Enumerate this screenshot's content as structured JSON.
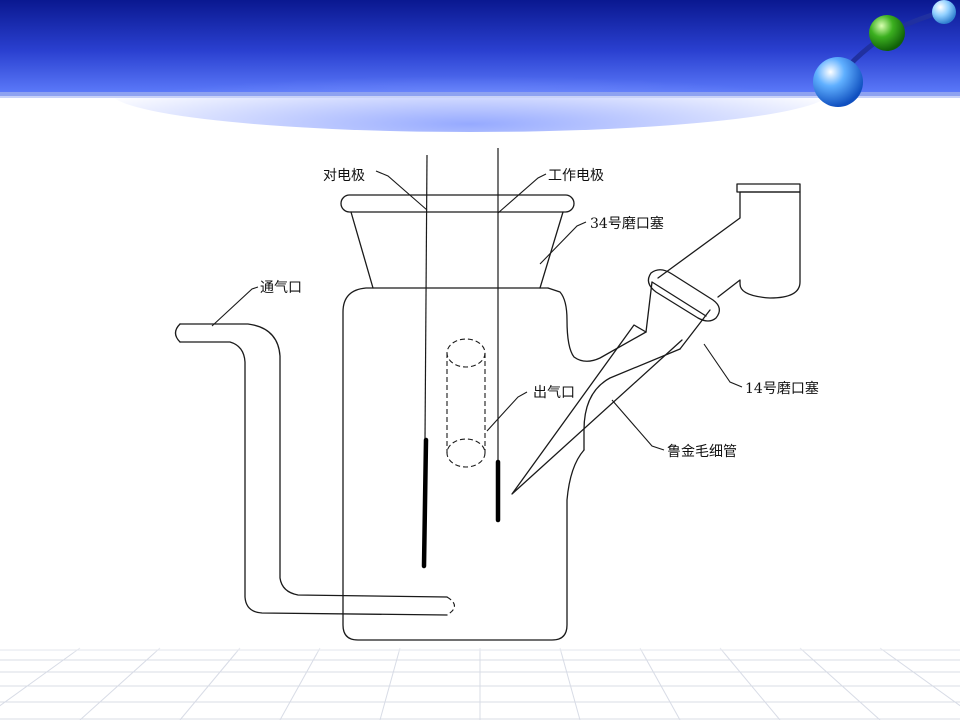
{
  "labels": {
    "counter_electrode": "对电极",
    "working_electrode": "工作电极",
    "stopper_34": "34号磨口塞",
    "gas_inlet": "通气口",
    "gas_outlet": "出气口",
    "stopper_14": "14号磨口塞",
    "luggin_capillary": "鲁金毛细管"
  },
  "colors": {
    "header_dark": "#1020a0",
    "header_light": "#5070f0",
    "floor_grid": "#d8dce6",
    "line": "#1a1a1a"
  }
}
